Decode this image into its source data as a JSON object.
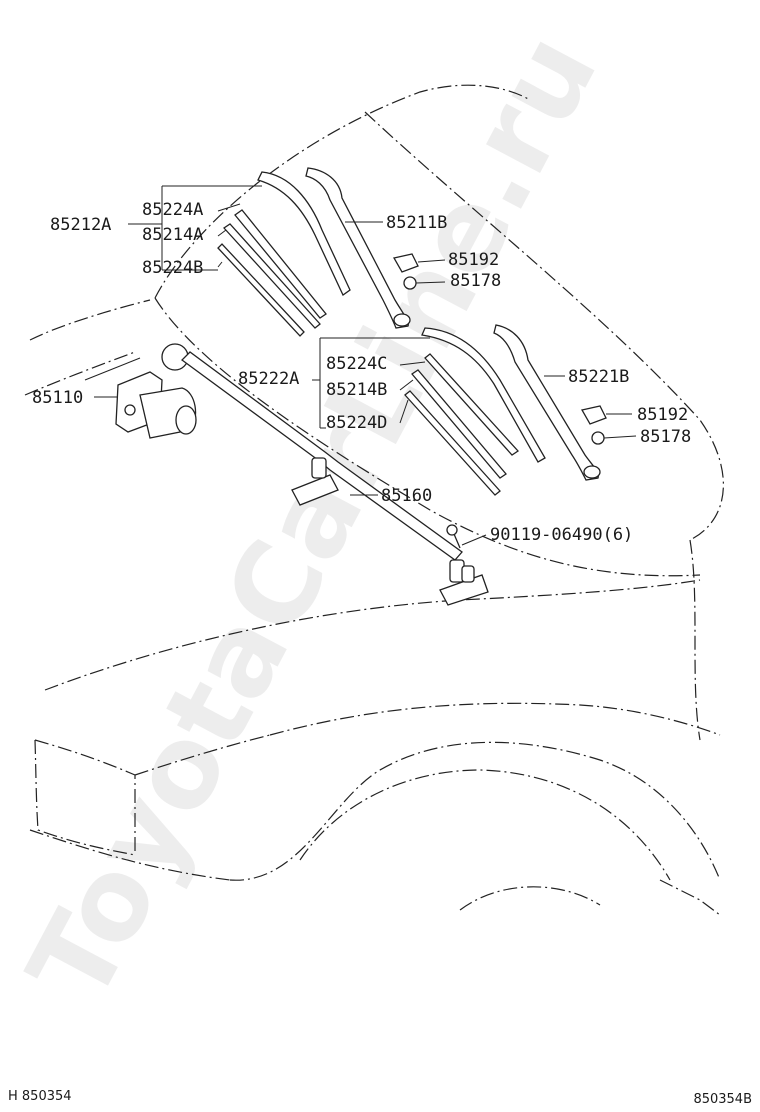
{
  "labels": {
    "p85212A": "85212A",
    "p85224A": "85224A",
    "p85214A": "85214A",
    "p85224B": "85224B",
    "p85211B": "85211B",
    "p85192_top": "85192",
    "p85178_top": "85178",
    "p85222A": "85222A",
    "p85224C": "85224C",
    "p85214B": "85214B",
    "p85224D": "85224D",
    "p85221B": "85221B",
    "p85192_bottom": "85192",
    "p85178_bottom": "85178",
    "p85110": "85110",
    "p85160": "85160",
    "p90119": "90119-06490(6)"
  },
  "footer": {
    "left_ref": "H 850354",
    "right_ref": "850354B"
  },
  "watermark": "ToyotaCarLine.ru"
}
